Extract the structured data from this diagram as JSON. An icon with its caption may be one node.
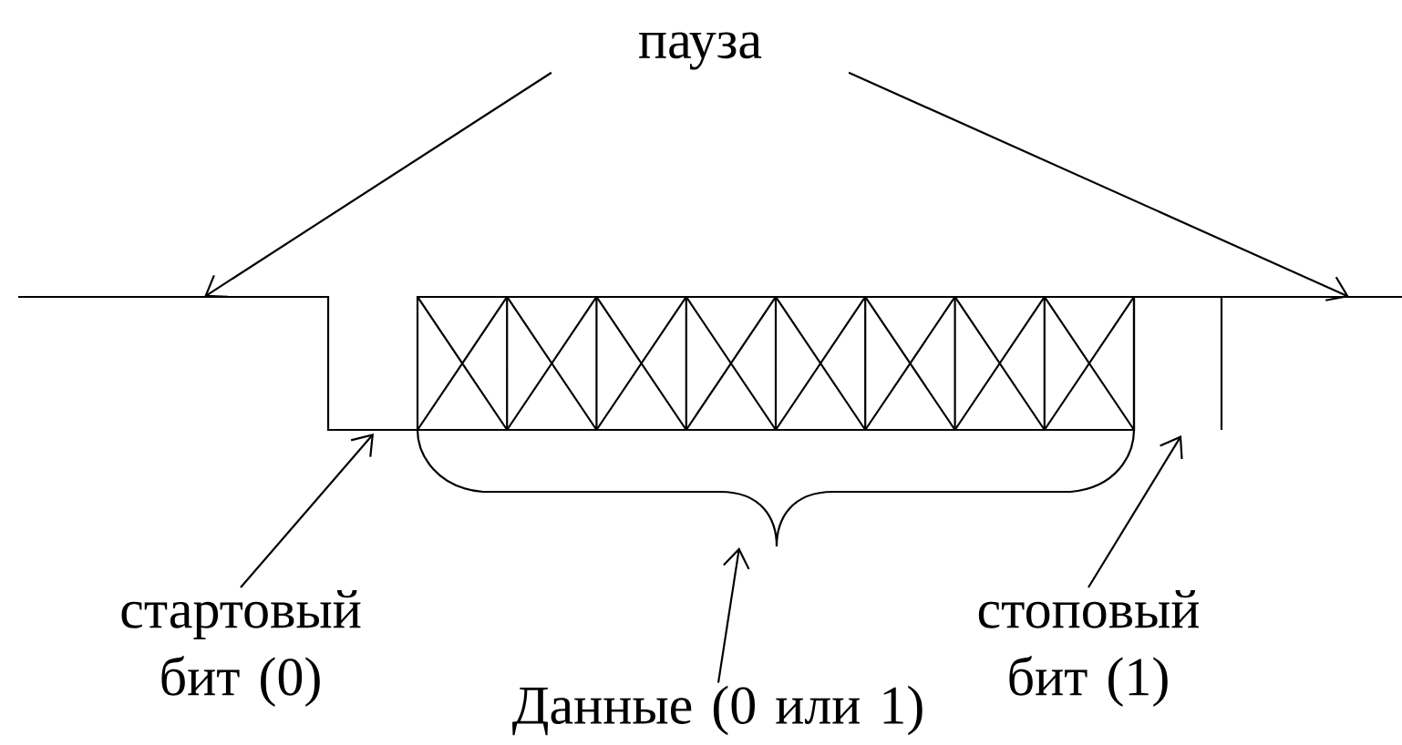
{
  "diagram": {
    "nodes": [
      {
        "text": [
          "пауза"
        ]
      },
      {
        "text": [
          "стартовый бит (0)"
        ]
      },
      {
        "text": [
          "Данные (0 или 1)"
        ]
      },
      {
        "text": [
          "стоповый бит (1)"
        ]
      },
      {
        "text": [],
        "shape": "brace"
      }
    ],
    "edges": [
      {
        "from": 0,
        "to": null,
        "arrow": "to"
      },
      {
        "from": 0,
        "to": null,
        "arrow": "to"
      },
      {
        "from": 1,
        "to": null,
        "arrow": "to"
      },
      {
        "from": 2,
        "to": 4,
        "arrow": "to"
      },
      {
        "from": 3,
        "to": null,
        "arrow": "to"
      }
    ]
  }
}
